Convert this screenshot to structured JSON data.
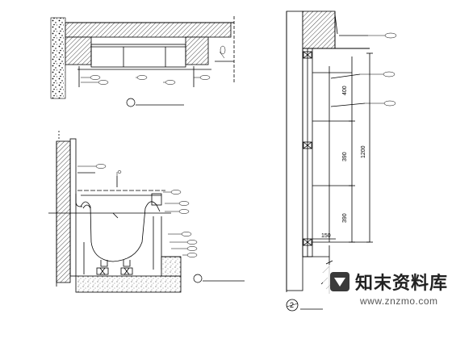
{
  "drawing": {
    "dims": {
      "d400": "400",
      "d390a": "390",
      "d1200": "1200",
      "d390b": "390",
      "d150": "150"
    },
    "callouts": [
      "",
      "",
      "",
      ""
    ],
    "section_number": "2",
    "section_title": "",
    "plan_title": "",
    "detail_title": ""
  },
  "watermark": {
    "name": "知末资料库",
    "url": "www.znzmo.com"
  }
}
